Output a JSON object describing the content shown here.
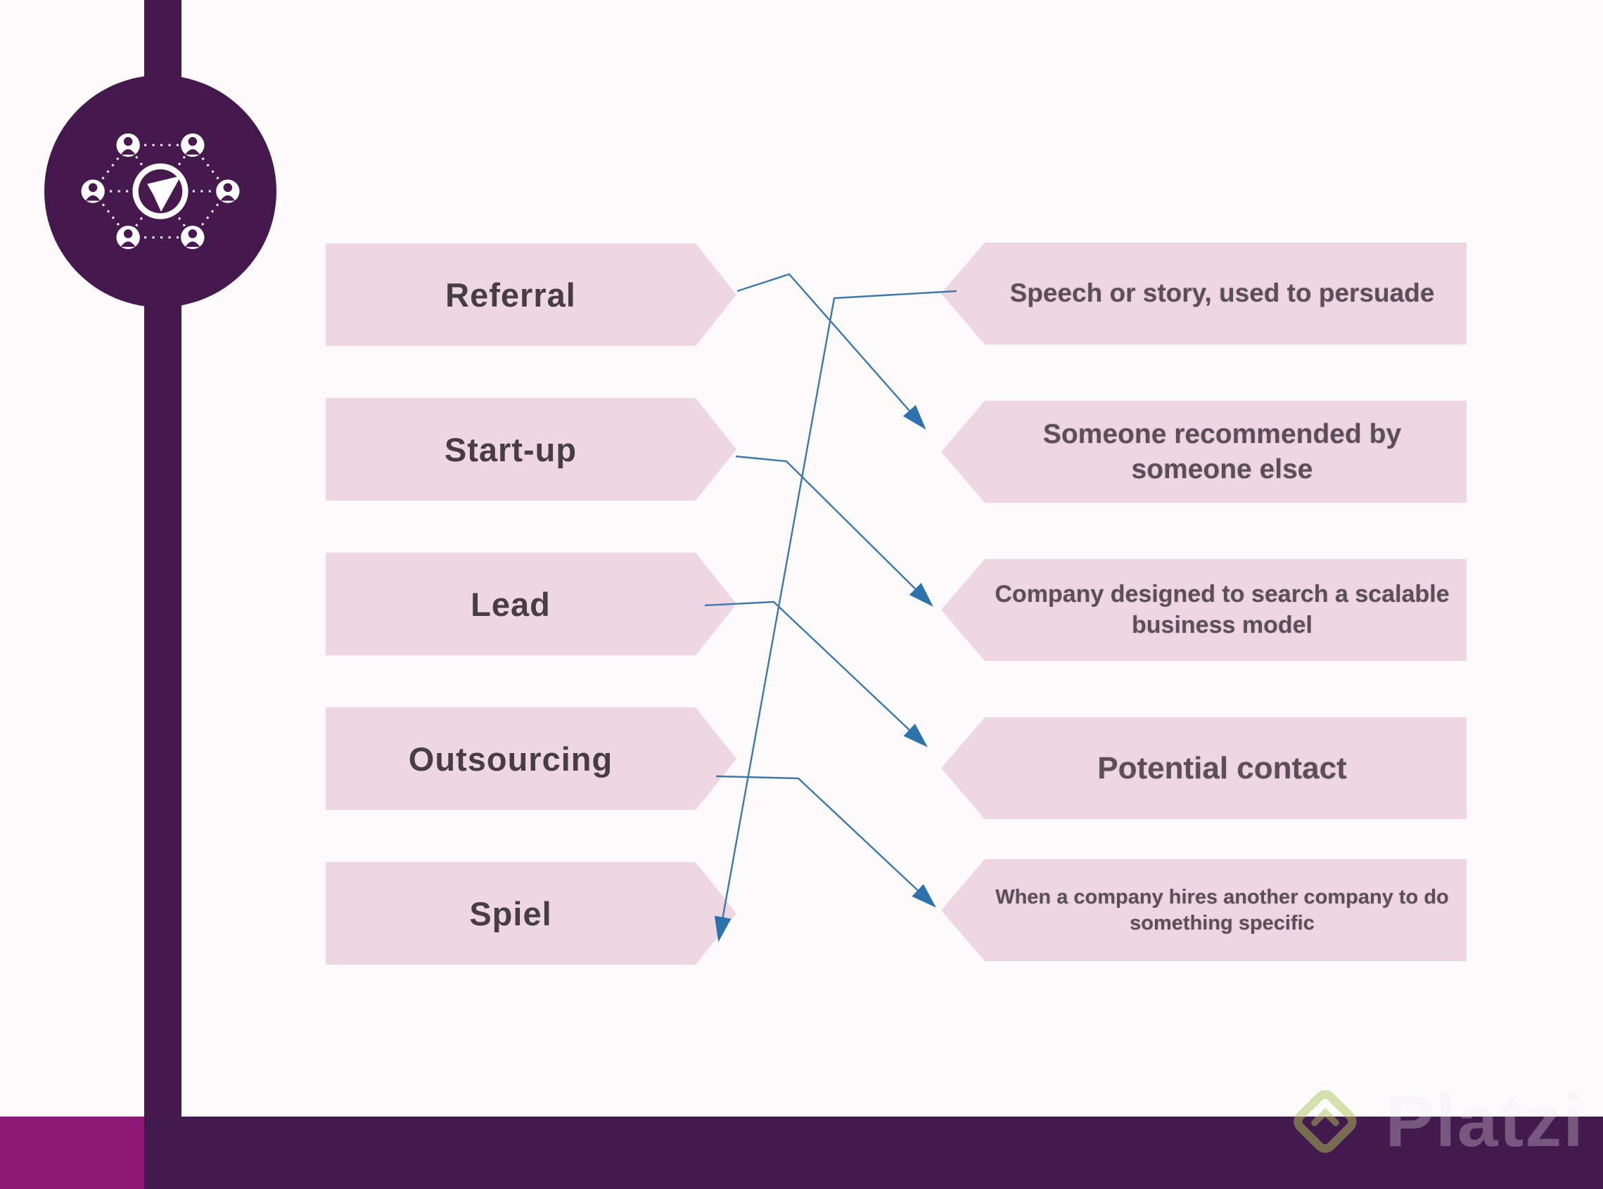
{
  "slide": {
    "background": "#fcfafb",
    "sidebar_color": "#45194e",
    "badge_color": "#48194f",
    "box_color": "#eed6e3",
    "term_text_color": "#463e44",
    "definition_text_color": "#5b4f57",
    "arrow_color": "#2e72ab",
    "arrow_line_color": "#3c78ae",
    "bottom_bar_left_color": "#8d1976",
    "bottom_bar_right_color": "#431a4d"
  },
  "matching": {
    "terms": [
      {
        "id": "referral",
        "label": "Referral"
      },
      {
        "id": "startup",
        "label": "Start-up"
      },
      {
        "id": "lead",
        "label": "Lead"
      },
      {
        "id": "outsourcing",
        "label": "Outsourcing"
      },
      {
        "id": "spiel",
        "label": "Spiel"
      }
    ],
    "definitions": [
      {
        "id": "speech-story",
        "text": "Speech or story, used to persuade"
      },
      {
        "id": "someone-recommended",
        "text": "Someone recommended by someone else"
      },
      {
        "id": "company-scalable",
        "text": "Company designed to search a scalable business model"
      },
      {
        "id": "potential-contact",
        "text": "Potential contact"
      },
      {
        "id": "company-hires",
        "text": "When a company hires another company to do something specific"
      }
    ],
    "connections": [
      {
        "from": "referral",
        "to": "someone-recommended"
      },
      {
        "from": "startup",
        "to": "company-scalable"
      },
      {
        "from": "lead",
        "to": "potential-contact"
      },
      {
        "from": "outsourcing",
        "to": "company-hires"
      },
      {
        "from": "speech-story",
        "to": "spiel"
      }
    ]
  },
  "watermark": {
    "brand": "Platzi"
  }
}
